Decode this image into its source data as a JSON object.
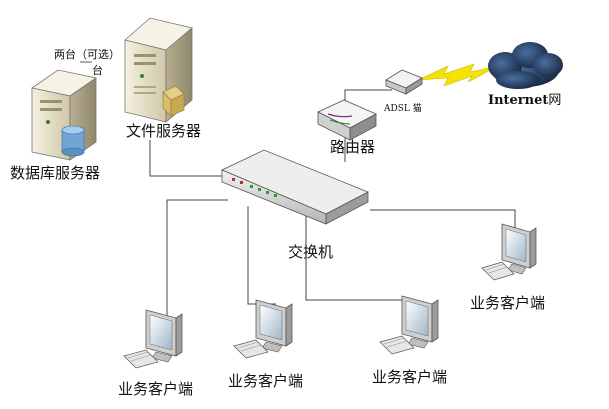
{
  "labels": {
    "two_servers_note_line1": "两台（可选）",
    "two_servers_note_line2": "台",
    "file_server": "文件服务器",
    "db_server": "数据库服务器",
    "router": "路由器",
    "adsl_modem": "ADSL  猫",
    "internet_bold": "Internet",
    "internet_suffix": "网",
    "switch": "交换机",
    "client_right": "业务客户端",
    "client_left": "业务客户端",
    "client_mid": "业务客户端",
    "client_midright": "业务客户端"
  },
  "colors": {
    "server_beige": "#e9e2c9",
    "server_shadow": "#a59c7c",
    "db_blue": "#6fa6d6",
    "switch_grey": "#d4d4d4",
    "switch_dark": "#8a8a8a",
    "cloud_dark": "#1f3350",
    "lightning_yellow": "#f4e200",
    "monitor_grey": "#d9d9d9"
  }
}
